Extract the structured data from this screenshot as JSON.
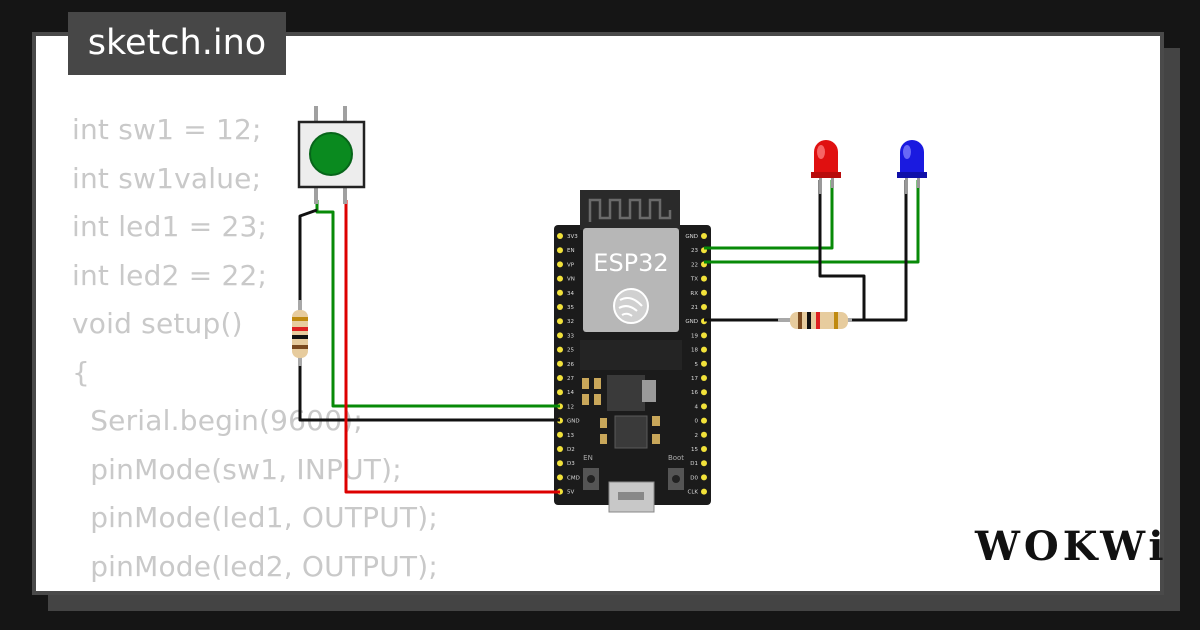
{
  "file_tab": {
    "name": "sketch.ino"
  },
  "code_lines": [
    "int sw1 = 12;",
    "int sw1value;",
    "int led1 = 23;",
    "int led2 = 22;",
    "void setup()",
    "{",
    "  Serial.begin(9600);",
    "  pinMode(sw1, INPUT);",
    "  pinMode(led1, OUTPUT);",
    "  pinMode(led2, OUTPUT);"
  ],
  "board": {
    "label": "ESP32",
    "en_label": "EN",
    "boot_label": "Boot",
    "left_pins": [
      "3V3",
      "EN",
      "VP",
      "VN",
      "34",
      "35",
      "32",
      "33",
      "25",
      "26",
      "27",
      "14",
      "12",
      "GND",
      "13",
      "D2",
      "D3",
      "CMD",
      "5V"
    ],
    "right_pins": [
      "GND",
      "23",
      "22",
      "TX",
      "RX",
      "21",
      "GND",
      "19",
      "18",
      "5",
      "17",
      "16",
      "4",
      "0",
      "2",
      "15",
      "D1",
      "D0",
      "CLK"
    ]
  },
  "logo": {
    "text": "WOKWi"
  },
  "colors": {
    "background": "#151515",
    "card": "#ffffff",
    "code_text": "#c9c9c9",
    "tab": "#474747",
    "wire_green": "#078a07",
    "wire_red": "#dd0000",
    "wire_black": "#111111",
    "button_cap": "#0a8a1f",
    "led_red": "#e01010",
    "led_blue": "#1a1ae0"
  }
}
